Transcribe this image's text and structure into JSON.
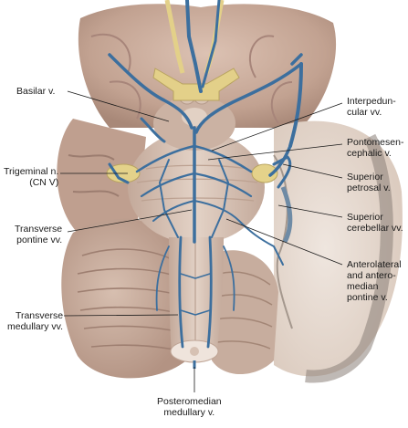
{
  "labels": {
    "basilar": "Basilar v.",
    "trigeminal": "Trigeminal n.\n(CN V)",
    "transverse_pontine": "Transverse\npontine vv.",
    "transverse_medullary": "Transverse\nmedullary vv.",
    "posteromedian": "Posteromedian\nmedullary v.",
    "interpeduncular": "Interpedun-\ncular vv.",
    "pontomesencephalic": "Pontomesen-\ncephalic v.",
    "superior_petrosal": "Superior\npetrosal v.",
    "superior_cerebellar": "Superior\ncerebellar vv.",
    "anterolateral": "Anterolateral\nand antero-\nmedian\npontine v."
  },
  "colors": {
    "vein": "#3c6f9e",
    "vein_dark": "#2b527a",
    "brain_tissue": "#c9ad9d",
    "brain_shadow": "#a8887a",
    "brainstem": "#d8c4b6",
    "nerve_yellow": "#e4d28a",
    "cortex_gray": "#8a8078"
  }
}
